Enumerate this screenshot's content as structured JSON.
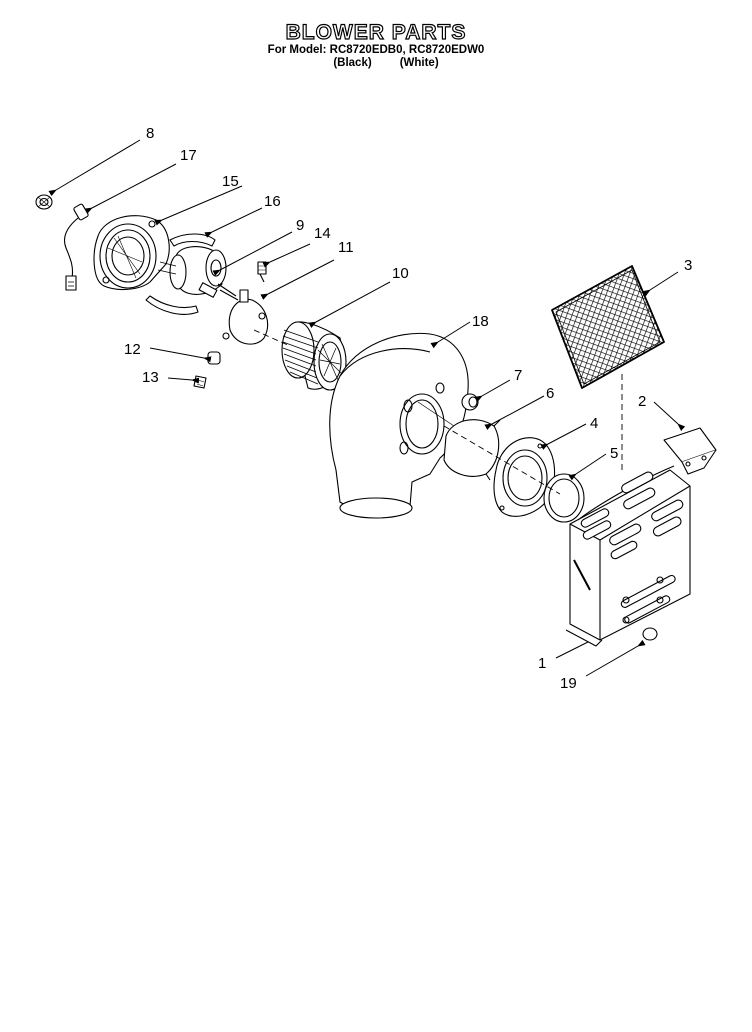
{
  "header": {
    "title": "BLOWER PARTS",
    "model_line": "For Model: RC8720EDB0, RC8720EDW0",
    "variant_black": "(Black)",
    "variant_white": "(White)"
  },
  "callouts": {
    "c1": "1",
    "c2": "2",
    "c3": "3",
    "c4": "4",
    "c5": "5",
    "c6": "6",
    "c7": "7",
    "c8": "8",
    "c9": "9",
    "c10": "10",
    "c11": "11",
    "c12": "12",
    "c13": "13",
    "c14": "14",
    "c15": "15",
    "c16": "16",
    "c17": "17",
    "c18": "18",
    "c19": "19"
  }
}
